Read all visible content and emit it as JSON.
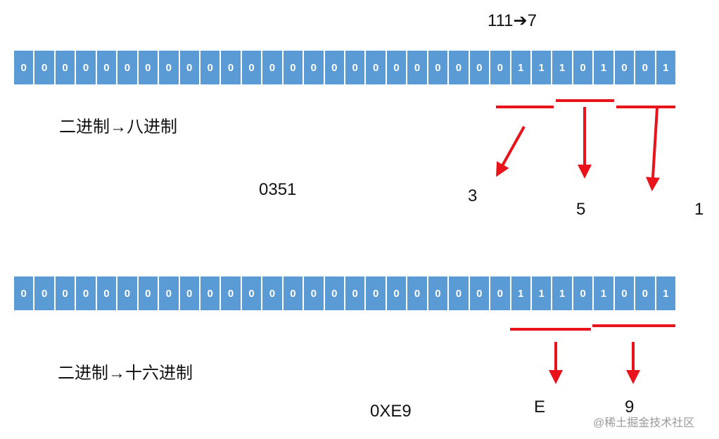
{
  "header": {
    "example_text": "111➔7"
  },
  "octal": {
    "bits": [
      "0",
      "0",
      "0",
      "0",
      "0",
      "0",
      "0",
      "0",
      "0",
      "0",
      "0",
      "0",
      "0",
      "0",
      "0",
      "0",
      "0",
      "0",
      "0",
      "0",
      "0",
      "0",
      "0",
      "0",
      "1",
      "1",
      "1",
      "0",
      "1",
      "0",
      "0",
      "1"
    ],
    "title": "二进制→八进制",
    "result": "0351",
    "digits": [
      "3",
      "5",
      "1"
    ]
  },
  "hex": {
    "bits": [
      "0",
      "0",
      "0",
      "0",
      "0",
      "0",
      "0",
      "0",
      "0",
      "0",
      "0",
      "0",
      "0",
      "0",
      "0",
      "0",
      "0",
      "0",
      "0",
      "0",
      "0",
      "0",
      "0",
      "0",
      "1",
      "1",
      "1",
      "0",
      "1",
      "0",
      "0",
      "1"
    ],
    "title": "二进制→十六进制",
    "result": "0XE9",
    "digits": [
      "E",
      "9"
    ]
  },
  "watermark": "@稀土掘金技术社区",
  "colors": {
    "bit_fill": "#5b9bd5",
    "bit_text": "#ffffff",
    "arrow": "#e8131b"
  }
}
